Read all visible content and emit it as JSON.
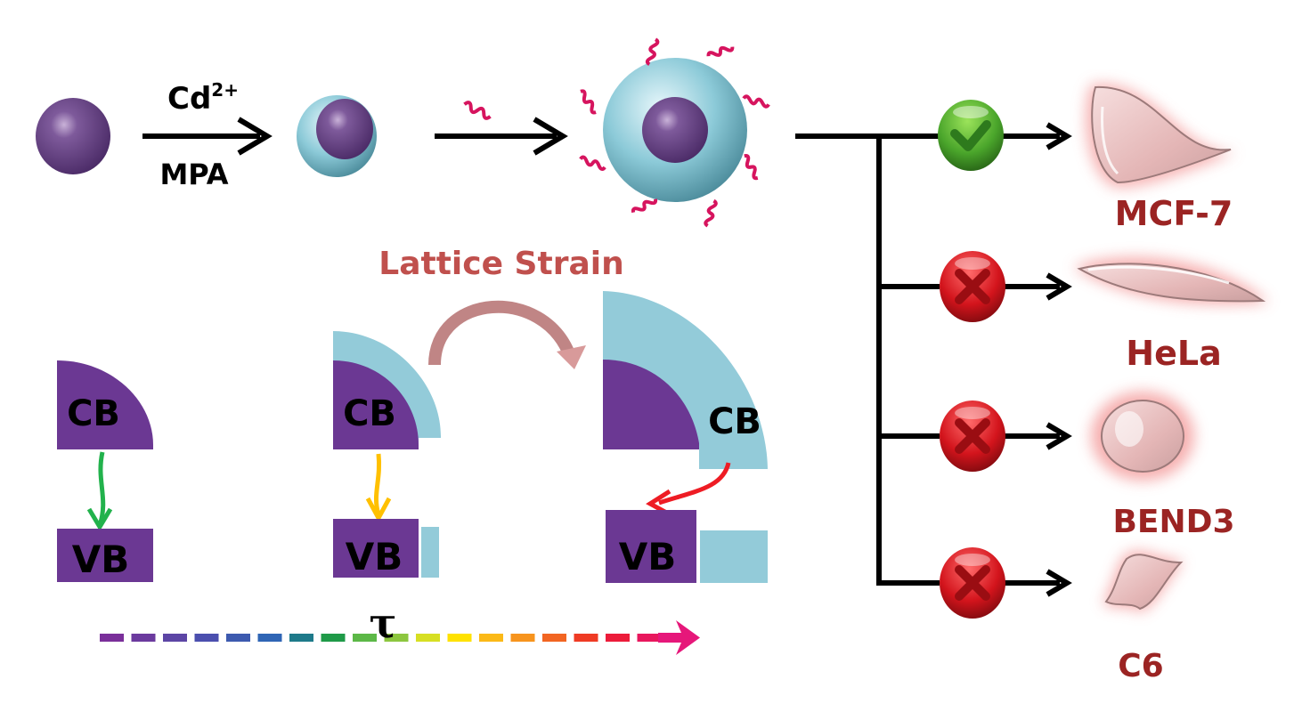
{
  "synthesis": {
    "step1_top_label": "Cd",
    "step1_top_superscript": "2+",
    "step1_bottom_label": "MPA",
    "step2_reagent_icon": "peptide-ligand-icon"
  },
  "lattice": {
    "title": "Lattice Strain",
    "panels": [
      {
        "cb_label": "CB",
        "vb_label": "VB",
        "transition_color": "#22b24c",
        "shell": "none"
      },
      {
        "cb_label": "CB",
        "vb_label": "VB",
        "transition_color": "#ffc000",
        "shell": "thin"
      },
      {
        "cb_label": "CB",
        "vb_label": "VB",
        "transition_color": "#ee1c24",
        "shell": "thick"
      }
    ],
    "lifetime_symbol": "τ",
    "gradient_colors": [
      "#7a2f9a",
      "#6b3a9e",
      "#5c45a5",
      "#4b4fae",
      "#3d5aaf",
      "#2f65b5",
      "#1e7a8a",
      "#1f9a48",
      "#5cb847",
      "#8cc63f",
      "#d7df23",
      "#ffe200",
      "#fbb917",
      "#f7941d",
      "#f26522",
      "#ef3b24",
      "#ec1c3a",
      "#e8175d",
      "#e6177a"
    ]
  },
  "colors": {
    "core": "#6a3e8a",
    "shell": "#93cbd9",
    "band": "#6b3893",
    "peptide": "#d6145e",
    "title_text": "#c0504d",
    "cell_label": "#9b2423",
    "check_green": "#3f9a2a",
    "cross_red": "#c4141b"
  },
  "cells": [
    {
      "label": "MCF-7",
      "status": "targeted",
      "status_icon": "check-icon"
    },
    {
      "label": "HeLa",
      "status": "not-targeted",
      "status_icon": "cross-icon"
    },
    {
      "label": "BEND3",
      "status": "not-targeted",
      "status_icon": "cross-icon"
    },
    {
      "label": "C6",
      "status": "not-targeted",
      "status_icon": "cross-icon"
    }
  ]
}
